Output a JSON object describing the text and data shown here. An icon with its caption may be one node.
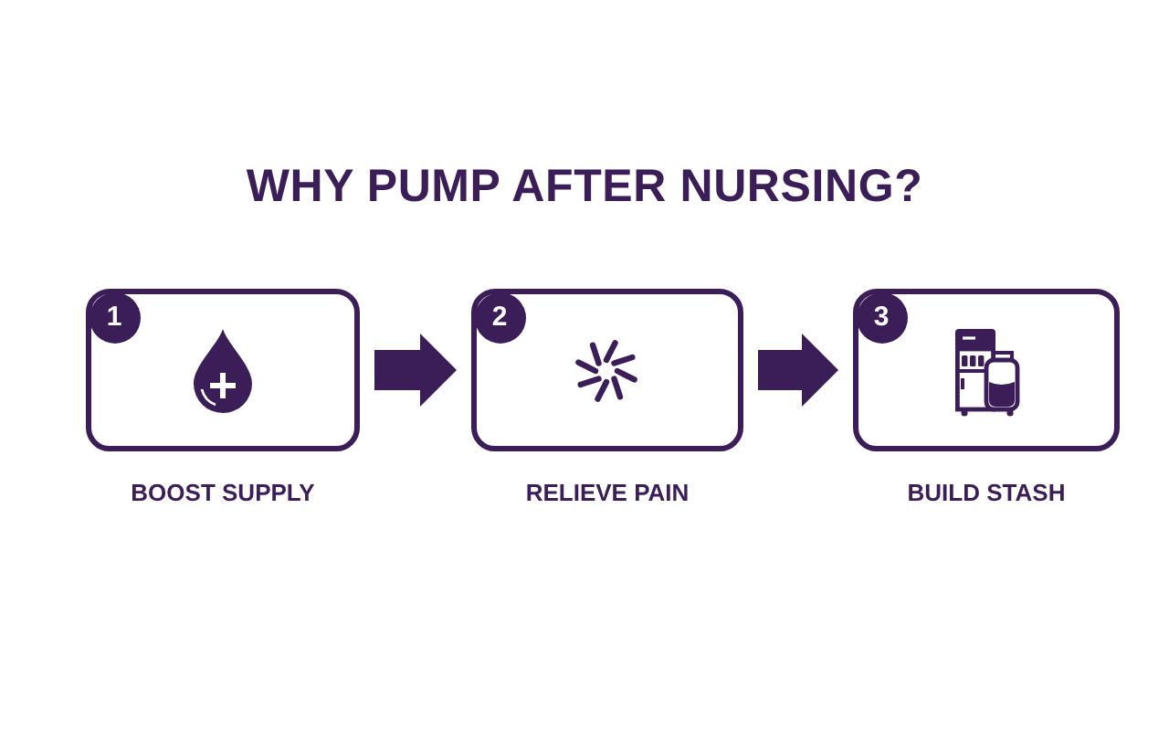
{
  "diagram": {
    "title": "WHY PUMP AFTER NURSING?",
    "nodes": [
      {
        "text": [
          "BOOST SUPPLY"
        ]
      },
      {
        "text": [
          "1"
        ],
        "in": 0
      },
      {
        "text": [
          "RELIEVE PAIN"
        ]
      },
      {
        "text": [
          "2"
        ],
        "in": 2
      },
      {
        "text": [
          "BUILD STASH"
        ]
      },
      {
        "text": [
          "3"
        ],
        "in": 4
      }
    ],
    "edges": [
      {
        "from": 0,
        "to": 2,
        "arrow": "to"
      },
      {
        "from": 2,
        "to": 4,
        "arrow": "to"
      }
    ]
  }
}
